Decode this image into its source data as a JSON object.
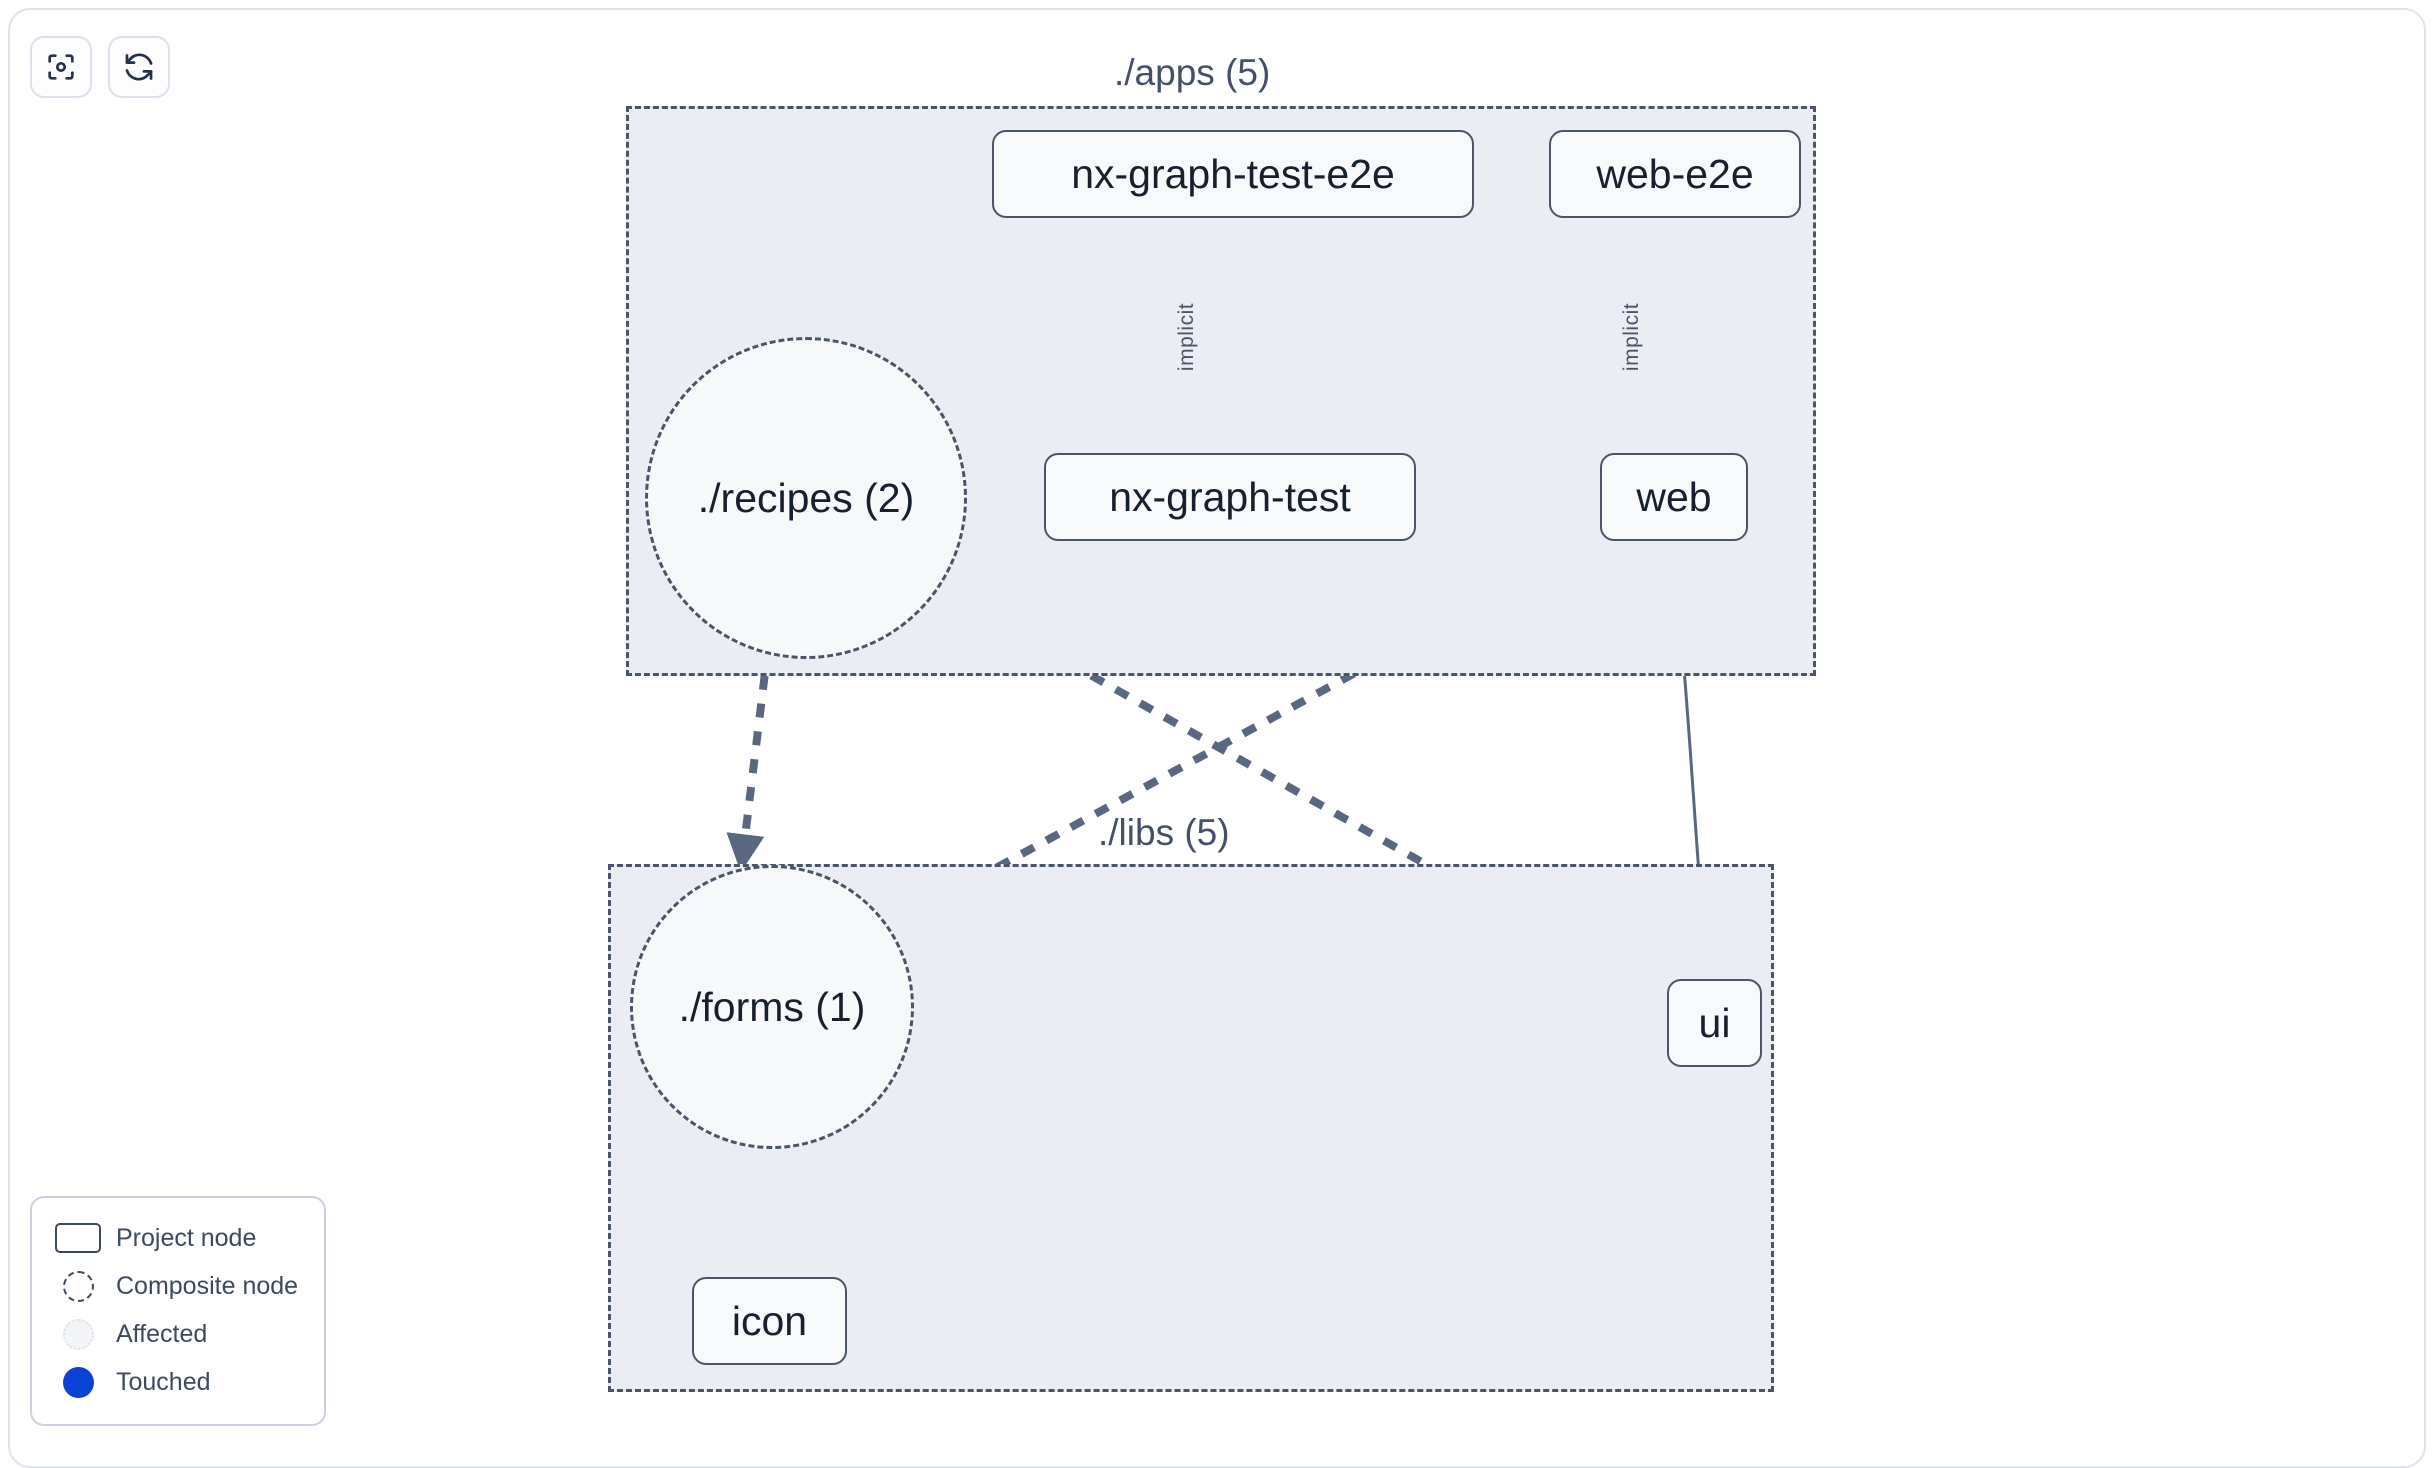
{
  "toolbar": {
    "buttons": [
      {
        "name": "focus-graph-button",
        "icon": "focus-target-icon",
        "label": ""
      },
      {
        "name": "refresh-graph-button",
        "icon": "refresh-icon",
        "label": ""
      }
    ]
  },
  "graph": {
    "groups": [
      {
        "id": "apps",
        "label": "./apps (5)"
      },
      {
        "id": "libs",
        "label": "./libs (5)"
      }
    ],
    "project_nodes": [
      {
        "id": "nx-graph-test-e2e",
        "label": "nx-graph-test-e2e"
      },
      {
        "id": "web-e2e",
        "label": "web-e2e"
      },
      {
        "id": "nx-graph-test",
        "label": "nx-graph-test"
      },
      {
        "id": "web",
        "label": "web"
      },
      {
        "id": "ui",
        "label": "ui"
      },
      {
        "id": "icon",
        "label": "icon"
      }
    ],
    "composite_nodes": [
      {
        "id": "recipes",
        "label": "./recipes (2)"
      },
      {
        "id": "forms",
        "label": "./forms (1)"
      }
    ],
    "edges": [
      {
        "from": "nx-graph-test-e2e",
        "to": "nx-graph-test",
        "label": "implicit",
        "style": "solid"
      },
      {
        "from": "web-e2e",
        "to": "web",
        "label": "implicit",
        "style": "solid"
      },
      {
        "from": "web",
        "to": "ui",
        "label": "",
        "style": "solid"
      },
      {
        "from": "recipes",
        "to": "forms",
        "label": "",
        "style": "dashed"
      },
      {
        "from": "recipes",
        "to": "ui",
        "label": "",
        "style": "dashed"
      },
      {
        "from": "web",
        "to": "forms",
        "label": "",
        "style": "dashed"
      },
      {
        "from": "forms",
        "to": "icon",
        "label": "",
        "style": "dashed"
      }
    ]
  },
  "legend": {
    "items": [
      {
        "swatch": "project-node-swatch",
        "label": "Project node"
      },
      {
        "swatch": "composite-node-swatch",
        "label": "Composite node"
      },
      {
        "swatch": "affected-swatch",
        "label": "Affected"
      },
      {
        "swatch": "touched-swatch",
        "label": "Touched"
      }
    ]
  },
  "colors": {
    "edge": "#4a5568",
    "group_fill": "#eaeef4",
    "group_border": "#4a5568",
    "node_fill": "#f8f9fb",
    "node_border": "#4a5568",
    "node_text": "#17202e",
    "touched": "#0b41d4",
    "panel_border": "#dfe3ef"
  }
}
